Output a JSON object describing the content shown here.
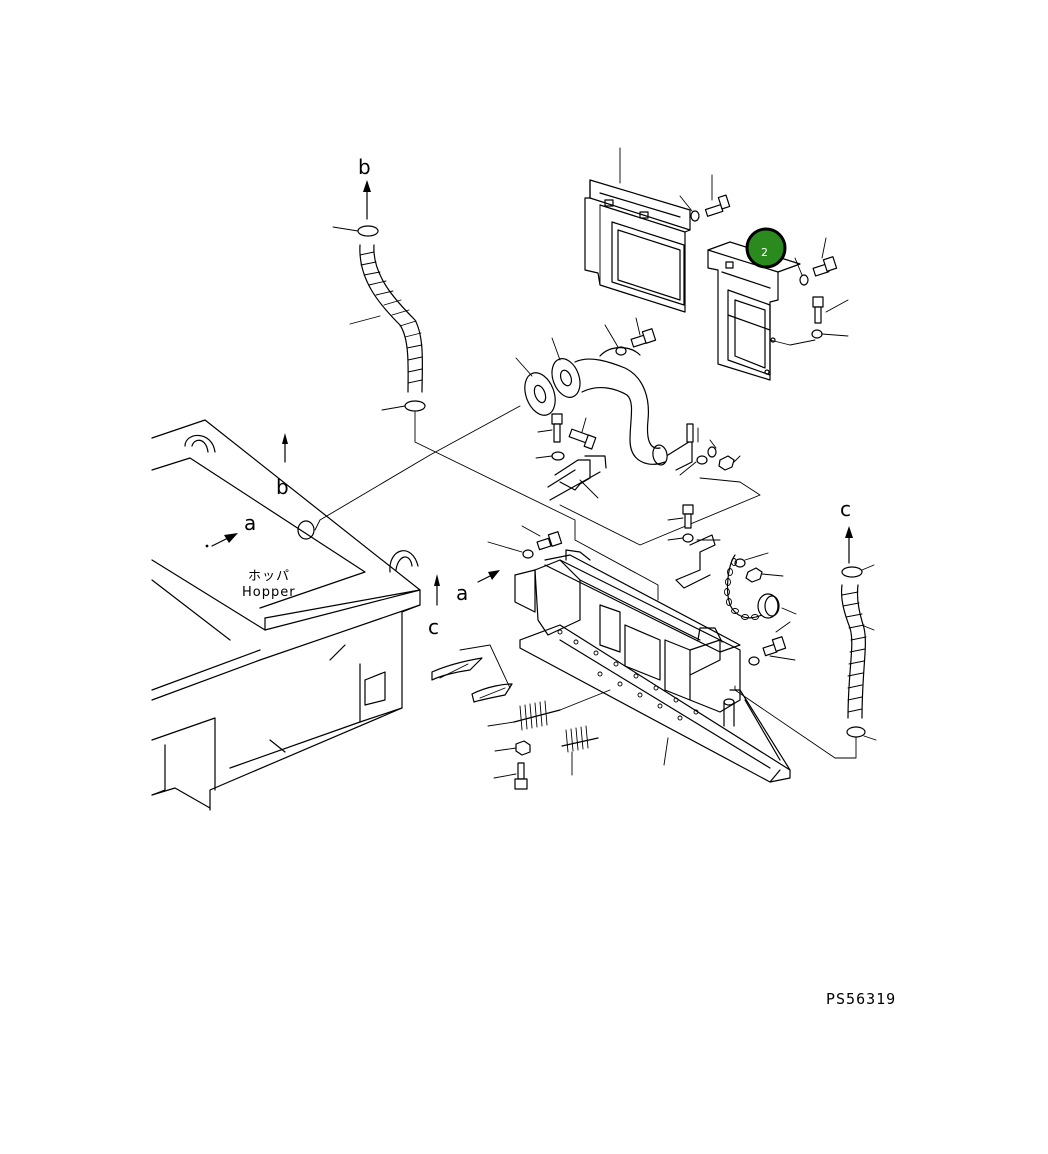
{
  "diagram": {
    "drawing_code": "PS56319",
    "hopper_label_jp": "ホッパ",
    "hopper_label_en": "Hopper",
    "ref_letters": {
      "a": "a",
      "b": "b",
      "c": "c"
    },
    "callout": {
      "number": "2",
      "color": "#2a8a1e",
      "ring_color": "#000000"
    },
    "icons": {
      "callout": "numbered-circle-icon",
      "direction": "arrow-up-icon"
    }
  }
}
